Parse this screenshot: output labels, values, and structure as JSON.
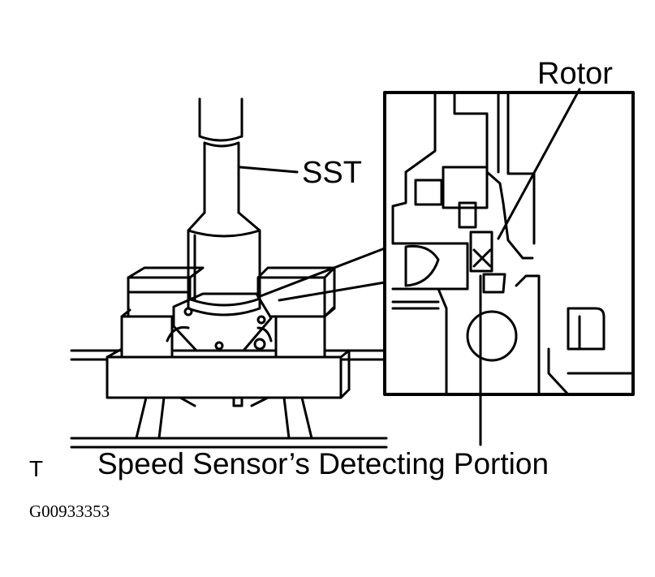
{
  "labels": {
    "sst": "SST",
    "rotor": "Rotor",
    "speed_sensor": "Speed Sensor’s Detecting Portion",
    "corner_mark": "T",
    "figure_id": "G00933353"
  },
  "colors": {
    "ink": "#000000",
    "paper": "#ffffff"
  }
}
